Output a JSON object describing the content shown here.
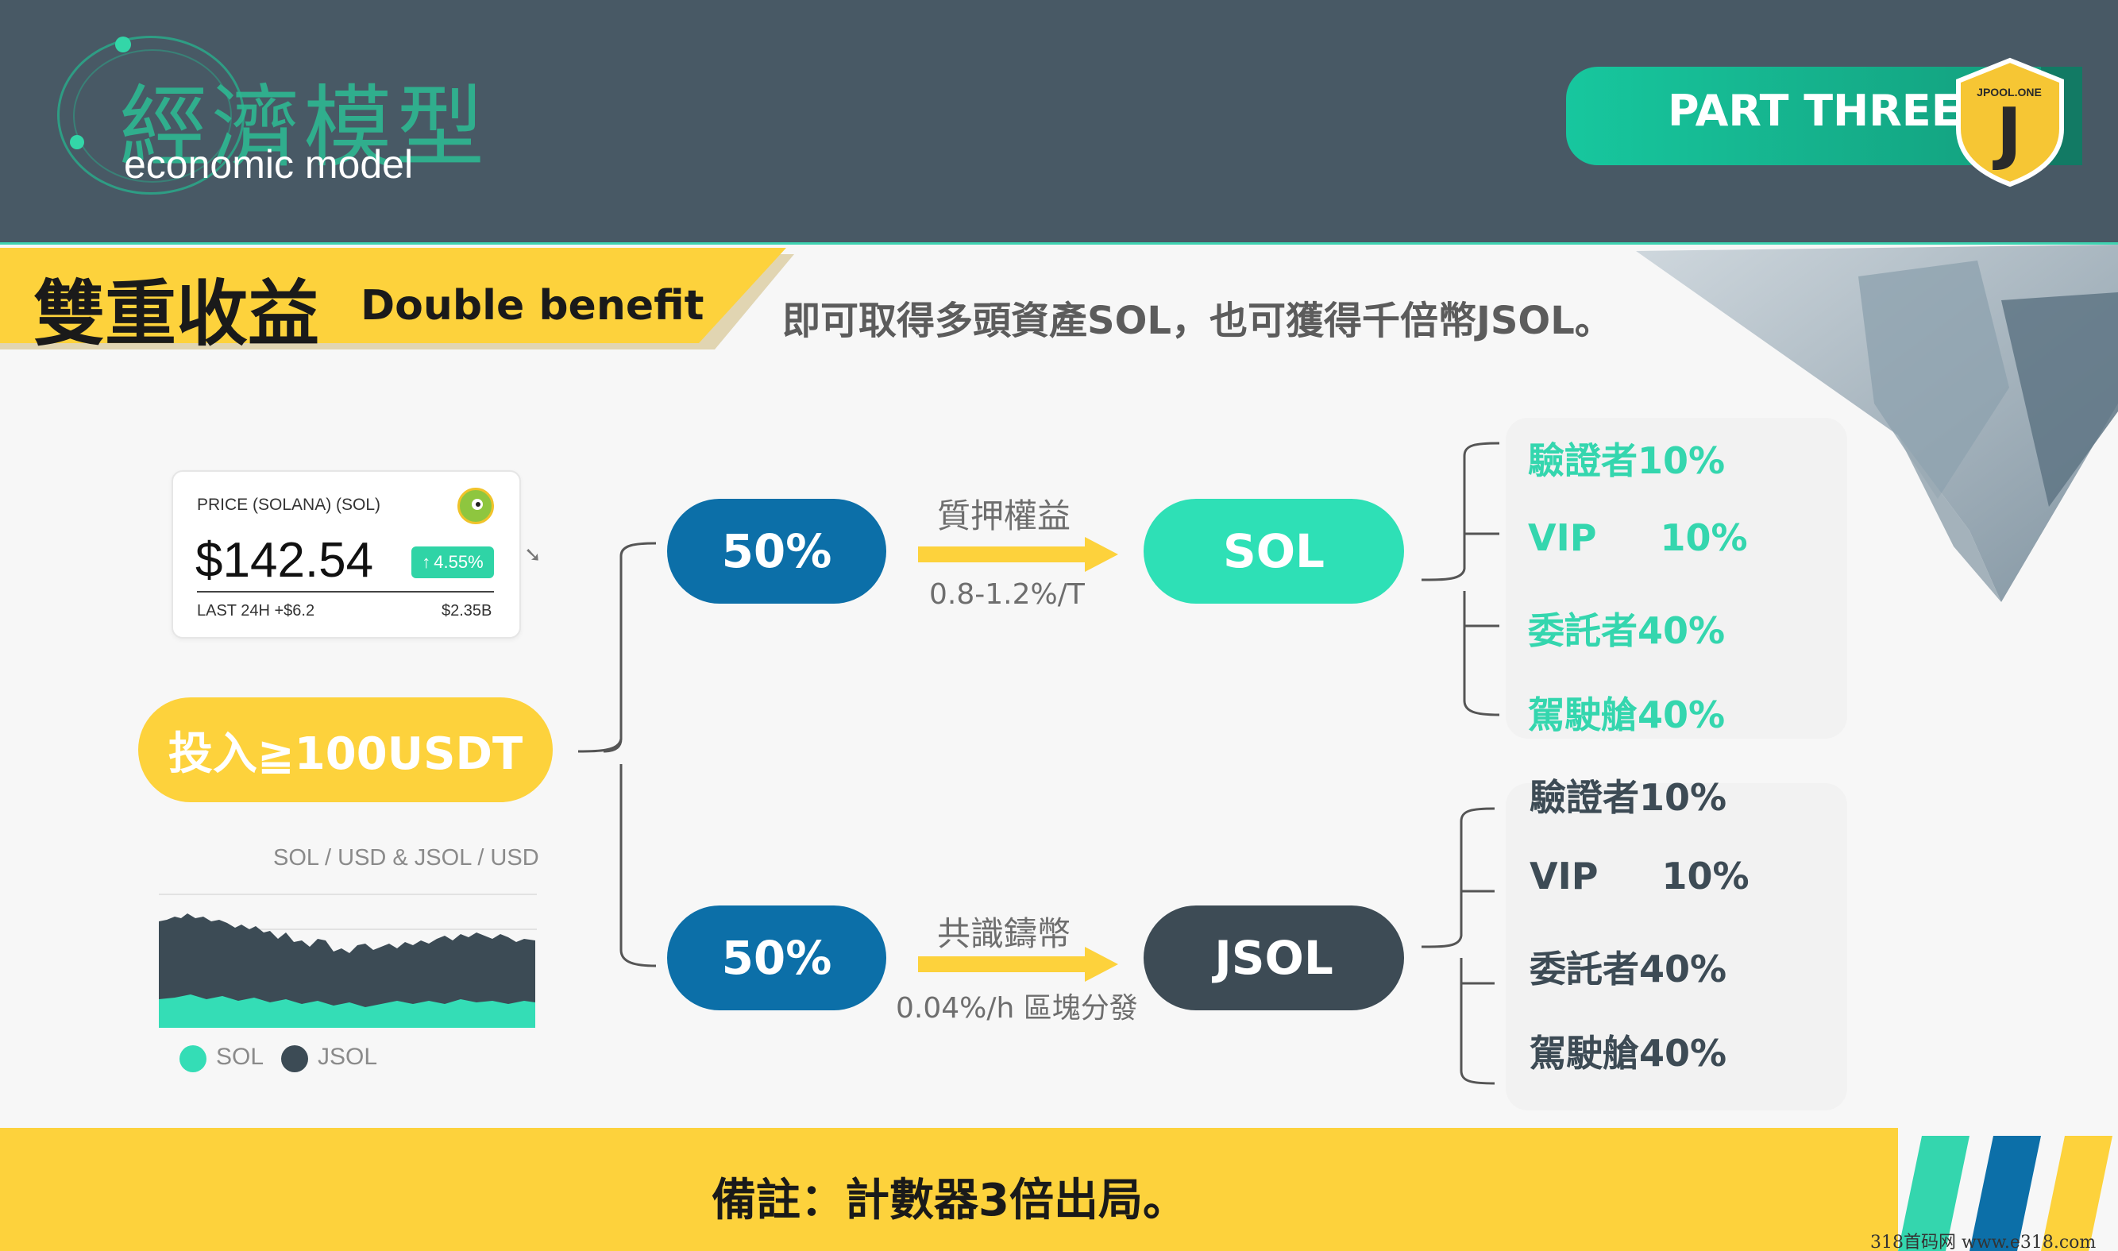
{
  "header": {
    "title_cn": "經濟模型",
    "title_en": "economic model",
    "part_label": "PART THREE",
    "brand_small": "JPOOL.ONE",
    "brand_letter": "J"
  },
  "section": {
    "title_cn": "雙重收益",
    "title_en": "Double benefit",
    "subtitle": "即可取得多頭資產SOL，也可獲得千倍幣JSOL。"
  },
  "price_card": {
    "label": "PRICE (SOLANA) (SOL)",
    "price": "$142.54",
    "change": "4.55%",
    "last_24h": "LAST 24H +$6.2",
    "market_cap": "$2.35B",
    "logo_icon": "coingecko-icon"
  },
  "invest": {
    "label": "投入≧100USDT"
  },
  "mini_chart": {
    "title": "SOL / USD & JSOL / USD",
    "legend": [
      {
        "name": "SOL",
        "color": "#34ddb6"
      },
      {
        "name": "JSOL",
        "color": "#3c4b55"
      }
    ]
  },
  "flows": [
    {
      "percent": "50%",
      "action": "質押權益",
      "rate": "0.8-1.2%/T",
      "token": "SOL",
      "token_color": "#2ee0b6",
      "distribution": [
        "驗證者10%",
        "VIP     10%",
        "委託者40%",
        "駕駛艙40%"
      ],
      "text_color": "#34d6ae"
    },
    {
      "percent": "50%",
      "action": "共識鑄幣",
      "rate": "0.04%/h  區塊分發",
      "token": "JSOL",
      "token_color": "#3d4b55",
      "distribution": [
        "驗證者10%",
        "VIP     10%",
        "委託者40%",
        "駕駛艙40%"
      ],
      "text_color": "#3d4b55"
    }
  ],
  "colors": {
    "header_bg": "#485965",
    "accent_green": "#17c79e",
    "accent_yellow": "#fdd23c",
    "pill_blue": "#0c6fa8"
  },
  "footer": {
    "note": "備註：計數器3倍出局。",
    "watermark": "318首码网  www.e318.com"
  }
}
